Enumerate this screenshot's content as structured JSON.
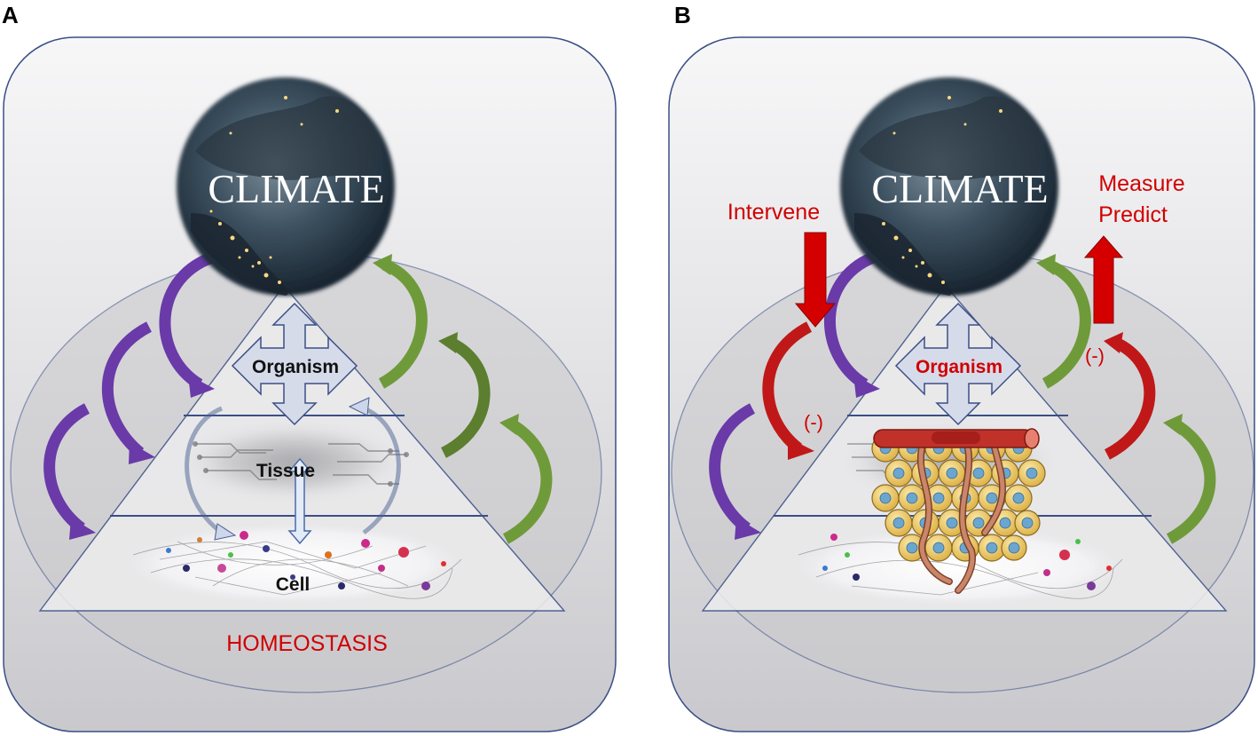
{
  "panels": {
    "a": {
      "label": "A",
      "climate": "CLIMATE",
      "organism": "Organism",
      "tissue": "Tissue",
      "cell": "Cell",
      "homeostasis": "HOMEOSTASIS"
    },
    "b": {
      "label": "B",
      "climate": "CLIMATE",
      "organism": "Organism",
      "intervene": "Intervene",
      "measure": "Measure",
      "predict": "Predict",
      "negative_left": "(-)",
      "negative_right": "(-)"
    }
  },
  "colors": {
    "frame_border": "#3b4f86",
    "purple_arrow": "#6a3aa8",
    "green_arrow": "#6f9a3a",
    "red_arrow": "#d10000",
    "red_text": "#d10000",
    "organism_arrow_fill": "#d6dbea"
  },
  "icons": [
    "cross-arrow-icon",
    "double-arrow-icon",
    "curved-arrow-icon",
    "block-arrow-icon"
  ]
}
